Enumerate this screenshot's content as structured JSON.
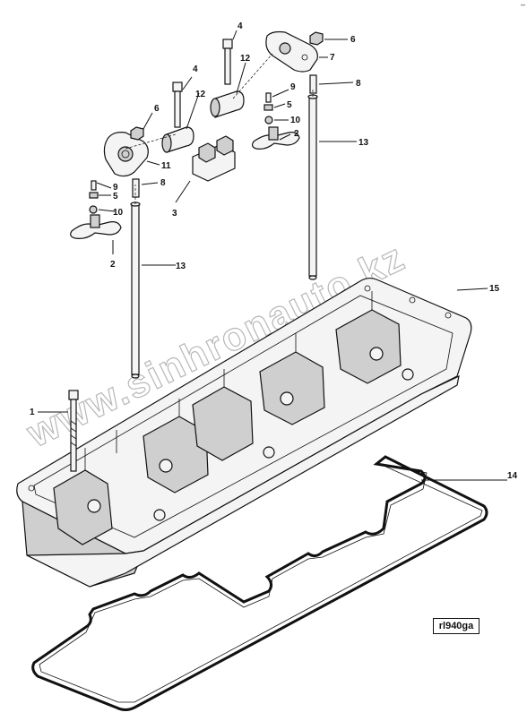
{
  "diagram": {
    "reference_code": "rl940ga",
    "watermark": "www.sinhronauto.kz",
    "corner_mark": "–",
    "callouts": [
      {
        "id": "c1",
        "label": "1"
      },
      {
        "id": "c2a",
        "label": "2"
      },
      {
        "id": "c2b",
        "label": "2"
      },
      {
        "id": "c3",
        "label": "3"
      },
      {
        "id": "c4a",
        "label": "4"
      },
      {
        "id": "c4b",
        "label": "4"
      },
      {
        "id": "c5a",
        "label": "5"
      },
      {
        "id": "c5b",
        "label": "5"
      },
      {
        "id": "c6a",
        "label": "6"
      },
      {
        "id": "c6b",
        "label": "6"
      },
      {
        "id": "c7",
        "label": "7"
      },
      {
        "id": "c8a",
        "label": "8"
      },
      {
        "id": "c8b",
        "label": "8"
      },
      {
        "id": "c9a",
        "label": "9"
      },
      {
        "id": "c9b",
        "label": "9"
      },
      {
        "id": "c10a",
        "label": "10"
      },
      {
        "id": "c10b",
        "label": "10"
      },
      {
        "id": "c11",
        "label": "11"
      },
      {
        "id": "c12a",
        "label": "12"
      },
      {
        "id": "c12b",
        "label": "12"
      },
      {
        "id": "c13a",
        "label": "13"
      },
      {
        "id": "c13b",
        "label": "13"
      },
      {
        "id": "c14",
        "label": "14"
      },
      {
        "id": "c15",
        "label": "15"
      }
    ]
  }
}
